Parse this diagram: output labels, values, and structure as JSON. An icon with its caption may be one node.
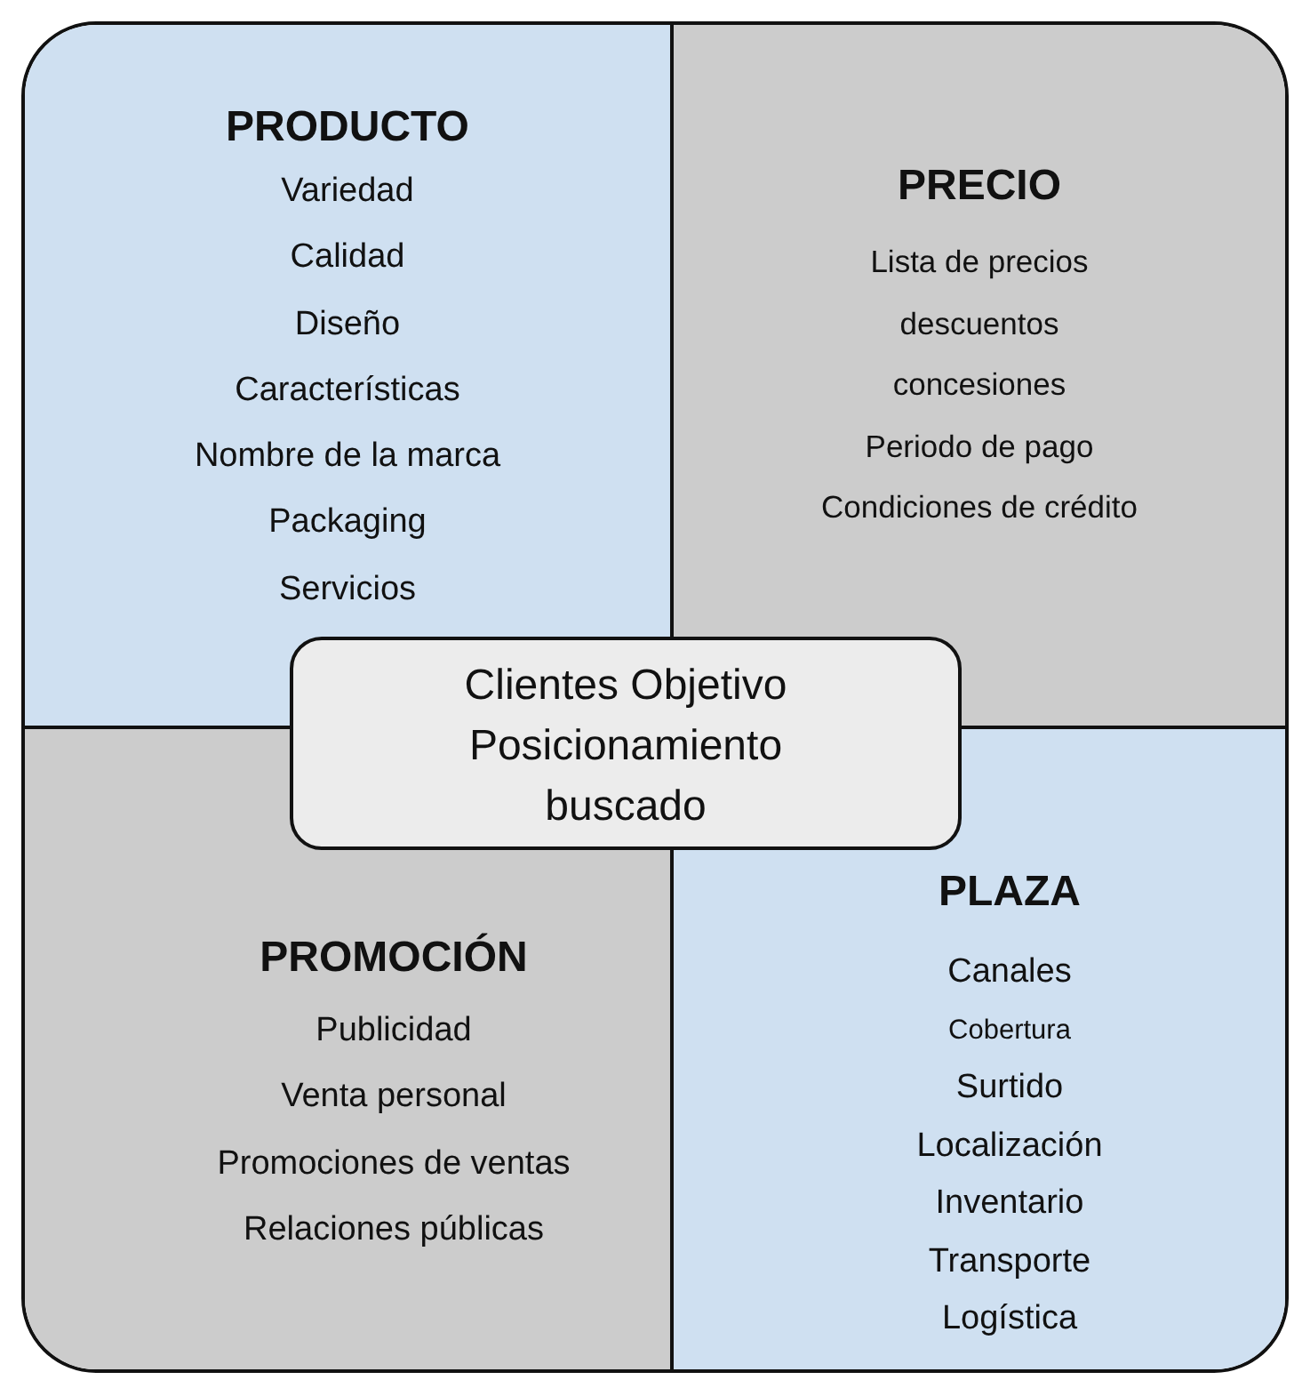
{
  "diagram": {
    "nodes": [
      {
        "text": [
          "PRODUCTO",
          "Variedad",
          "Calidad",
          "Diseño",
          "Características",
          "Nombre de la marca",
          "Packaging",
          "Servicios"
        ]
      },
      {
        "text": [
          "PRECIO",
          "Lista de precios",
          "descuentos",
          "concesiones",
          "Periodo de pago",
          "Condiciones de crédito"
        ]
      },
      {
        "text": [
          "PROMOCIÓN",
          "Publicidad",
          "Venta personal",
          "Promociones de ventas",
          "Relaciones públicas"
        ]
      },
      {
        "text": [
          "PLAZA",
          "Canales",
          "Cobertura",
          "Surtido",
          "Localización",
          "Inventario",
          "Transporte",
          "Logística"
        ]
      },
      {
        "text": [
          "Clientes Objetivo",
          "Posicionamiento buscado"
        ]
      }
    ]
  }
}
